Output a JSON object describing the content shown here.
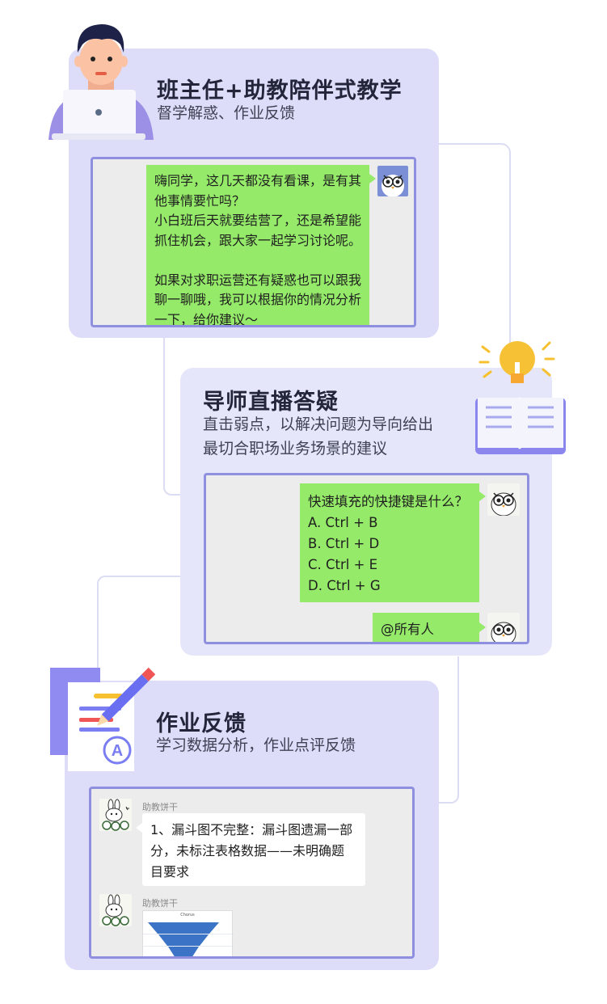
{
  "section1": {
    "title": "班主任+助教陪伴式教学",
    "subtitle": "督学解惑、作业反馈",
    "chat": {
      "message_lines": [
        "嗨同学，这几天都没有看课，是有其",
        "他事情要忙吗？",
        "小白班后天就要结营了，还是希望能",
        "抓住机会，跟大家一起学习讨论呢。",
        "",
        "如果对求职运营还有疑惑也可以跟我",
        "聊一聊哦，我可以根据你的情况分析",
        "一下，给你建议～"
      ]
    }
  },
  "section2": {
    "title": "导师直播答疑",
    "subtitle_lines": [
      "直击弱点，以解决问题为导向给出",
      "最切合职场业务场景的建议"
    ],
    "chat": {
      "question_lines": [
        "快速填充的快捷键是什么？",
        "A. Ctrl + B",
        "B. Ctrl + D",
        "C. Ctrl + E",
        "D. Ctrl + G"
      ],
      "mention": "@所有人"
    }
  },
  "section3": {
    "title": "作业反馈",
    "subtitle": "学习数据分析，作业点评反馈",
    "chat": {
      "sender1": "助教饼干",
      "feedback_lines": [
        "1、漏斗图不完整：漏斗图遗漏一部",
        "分，未标注表格数据——未明确题",
        "目要求"
      ],
      "sender2": "助教饼干",
      "funnel_title": "Chorus"
    }
  },
  "colors": {
    "card_bg": "#ddddf9",
    "chat_border": "#8f8fe0",
    "green_bubble": "#95eb69",
    "accent_purple": "#7a7ef2"
  }
}
